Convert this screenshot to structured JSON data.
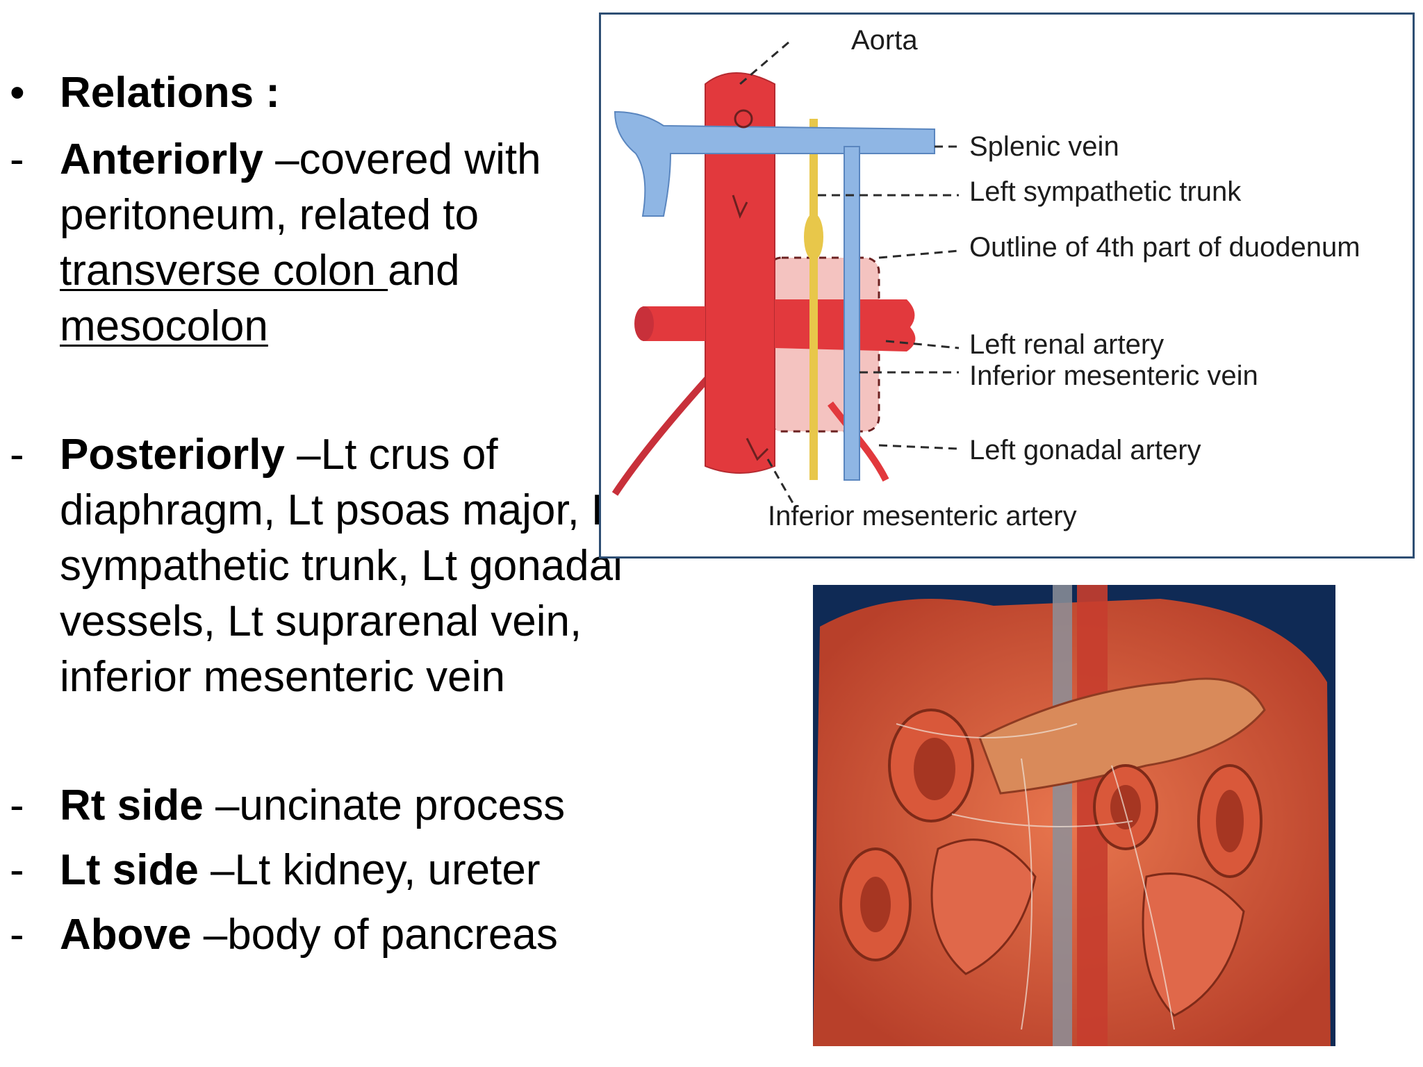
{
  "relations": {
    "heading": "Relations :",
    "bullet": "•",
    "dash": "-",
    "anteriorly": {
      "term": "Anteriorly",
      "line1": " –covered with",
      "line2": "peritoneum, related to",
      "line3_underlined": "transverse colon ",
      "line3_rest": "and",
      "line4_underlined": "mesocolon"
    },
    "posteriorly": {
      "term": "Posteriorly",
      "line1": " –Lt crus of",
      "line2": "diaphragm, Lt psoas major, Lt",
      "line3": "sympathetic trunk, Lt gonadal",
      "line4": "vessels, Lt suprarenal vein,",
      "line5": "inferior mesenteric vein"
    },
    "rt_side": {
      "term": "Rt side",
      "text": " –uncinate process"
    },
    "lt_side": {
      "term": "Lt side",
      "text": " –Lt kidney, ureter"
    },
    "above": {
      "term": "Above",
      "text": " –body of pancreas"
    }
  },
  "diagram": {
    "labels": {
      "aorta": "Aorta",
      "splenic_vein": "Splenic vein",
      "left_sympathetic_trunk": "Left sympathetic trunk",
      "outline_duodenum": "Outline of 4th part of duodenum",
      "left_renal_artery": "Left renal artery",
      "inferior_mesenteric_vein": "Inferior mesenteric vein",
      "left_gonadal_artery": "Left gonadal artery",
      "inferior_mesenteric_artery": "Inferior mesenteric artery"
    },
    "colors": {
      "artery": "#e2393d",
      "vein": "#8fb6e4",
      "trunk": "#e8c74a",
      "duodenum": "#f4c3c0"
    }
  },
  "photo": {
    "colors": {
      "background": "#0f2a55",
      "tissue": "#d9583a",
      "vessel": "#8c8f99"
    }
  }
}
